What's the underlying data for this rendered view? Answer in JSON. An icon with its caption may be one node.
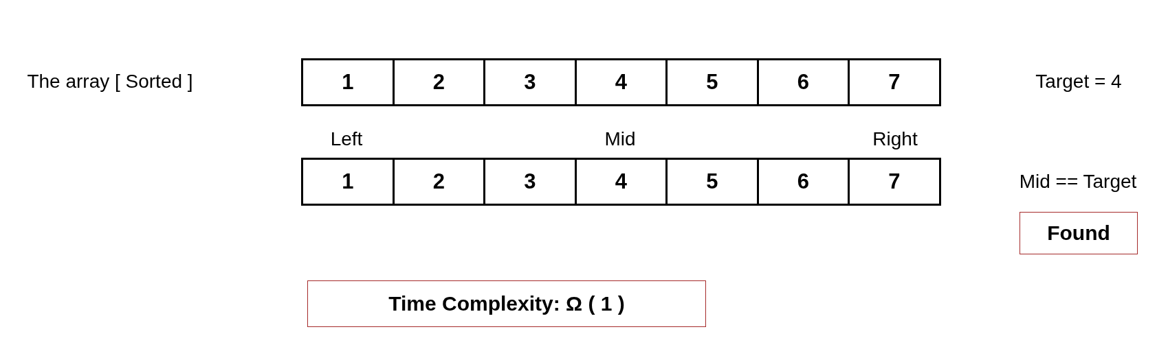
{
  "diagram": {
    "nodes": [
      {
        "text": [
          "1"
        ]
      },
      {
        "text": [
          "2"
        ]
      },
      {
        "text": [
          "3"
        ]
      },
      {
        "text": [
          "4"
        ]
      },
      {
        "text": [
          "5"
        ]
      },
      {
        "text": [
          "6"
        ]
      },
      {
        "text": [
          "7"
        ]
      },
      {
        "text": [
          "1"
        ]
      },
      {
        "text": [
          "2"
        ]
      },
      {
        "text": [
          "3"
        ]
      },
      {
        "text": [
          "4"
        ]
      },
      {
        "text": [
          "5"
        ]
      },
      {
        "text": [
          "6"
        ]
      },
      {
        "text": [
          "7"
        ]
      },
      {
        "text": [
          "Found"
        ]
      },
      {
        "text": [
          "Time Complexity: Ω ( 1 )"
        ]
      }
    ],
    "labels": [
      "The array [ Sorted ]",
      "Target = 4",
      "Left",
      "Mid",
      "Right",
      "Mid == Target"
    ]
  }
}
